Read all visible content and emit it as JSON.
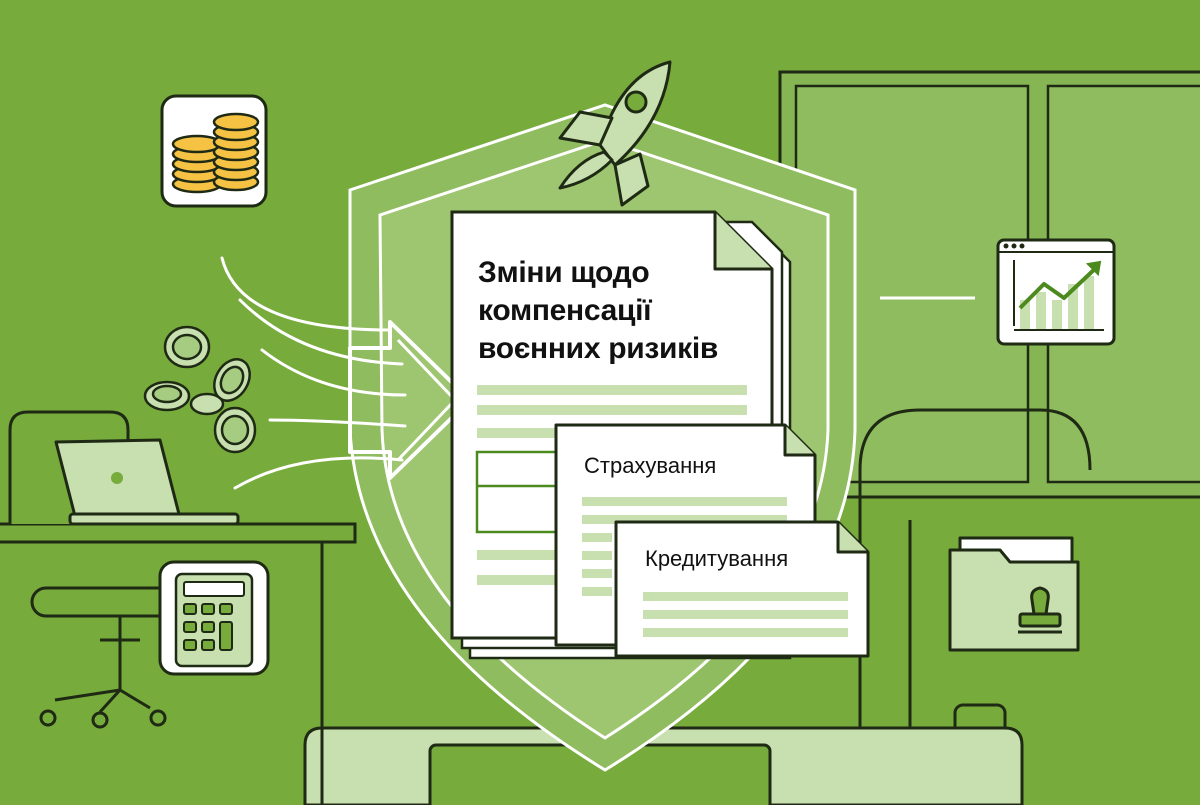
{
  "illustration": {
    "title_lines": [
      "Зміни щодо",
      "компенсації",
      "воєнних ризиків"
    ],
    "cards": [
      {
        "label": "Страхування"
      },
      {
        "label": "Кредитування"
      }
    ],
    "icons": [
      "coins-stack-icon",
      "calculator-icon",
      "rocket-icon",
      "shield-icon",
      "growth-chart-icon",
      "folder-stamp-icon",
      "laptop-icon",
      "arrow-icon",
      "flying-coins-icon"
    ]
  },
  "colors": {
    "background": "#77ab3c",
    "light_green": "#c8dfb0",
    "outline": "#1f2a14",
    "paper": "#ffffff",
    "coin_gold": "#f6c244"
  }
}
